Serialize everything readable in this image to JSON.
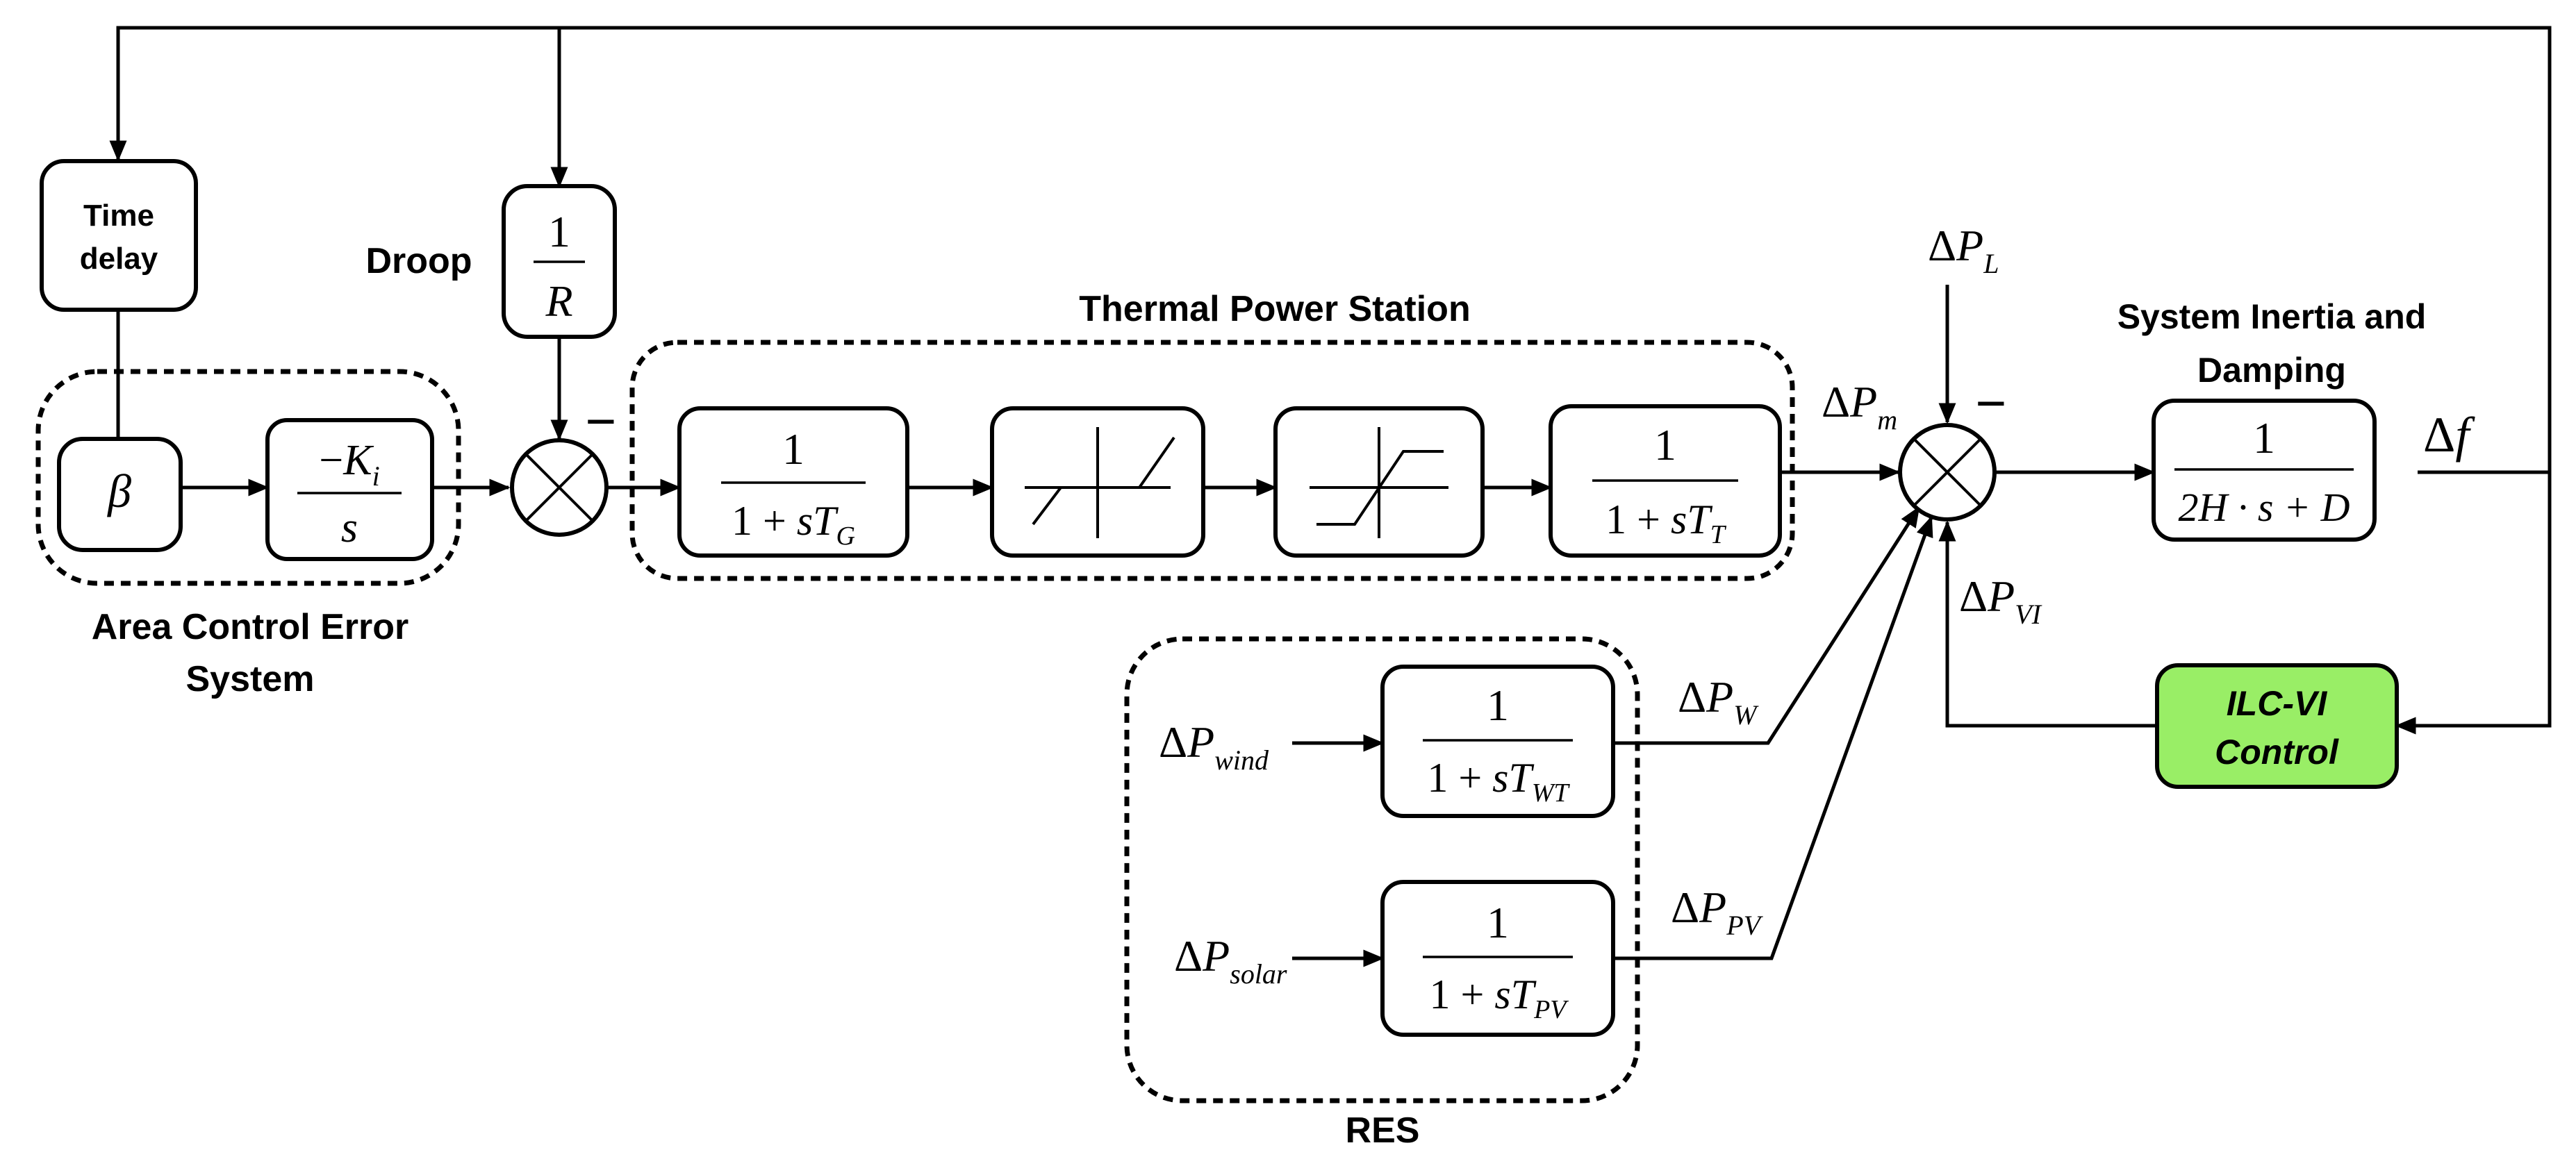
{
  "labels": {
    "time_delay": [
      "Time",
      "delay"
    ],
    "droop": "Droop",
    "thermal": "Thermal Power Station",
    "ace": [
      "Area Control Error",
      "System"
    ],
    "res": "RES",
    "inertia": [
      "System Inertia and",
      "Damping"
    ],
    "ilc": [
      "ILC-VI",
      "Control"
    ]
  },
  "blocks": {
    "beta": "β",
    "integrator": {
      "num_sign": "−",
      "num_var": "K",
      "num_sub": "i",
      "den": "s"
    },
    "droop": {
      "num": "1",
      "den": "R"
    },
    "governor": {
      "num": "1",
      "den_const": "1 + ",
      "den_var": "sT",
      "den_sub": "G"
    },
    "turbine": {
      "num": "1",
      "den_const": "1 + ",
      "den_var": "sT",
      "den_sub": "T"
    },
    "wind": {
      "num": "1",
      "den_const": "1 + ",
      "den_var": "sT",
      "den_sub": "WT"
    },
    "solar": {
      "num": "1",
      "den_const": "1 + ",
      "den_var": "sT",
      "den_sub": "PV"
    },
    "inertia": {
      "num": "1",
      "den": "2H · s + D"
    }
  },
  "signals": {
    "dpl": {
      "delta": "Δ",
      "var": "P",
      "sub": "L"
    },
    "dpm": {
      "delta": "Δ",
      "var": "P",
      "sub": "m"
    },
    "df": {
      "delta": "Δ",
      "var": "f"
    },
    "dpvi": {
      "delta": "Δ",
      "var": "P",
      "sub": "VI"
    },
    "dpw": {
      "delta": "Δ",
      "var": "P",
      "sub": "W"
    },
    "dppv": {
      "delta": "Δ",
      "var": "P",
      "sub": "PV"
    },
    "dpwind": {
      "delta": "Δ",
      "var": "P",
      "sub": "wind"
    },
    "dpsolar": {
      "delta": "Δ",
      "var": "P",
      "sub": "solar"
    }
  },
  "signs": {
    "sum1_minus": "−",
    "sum2_minus": "−"
  },
  "colors": {
    "ilc_fill": "#99ee66",
    "ilc_text": "#003300"
  }
}
